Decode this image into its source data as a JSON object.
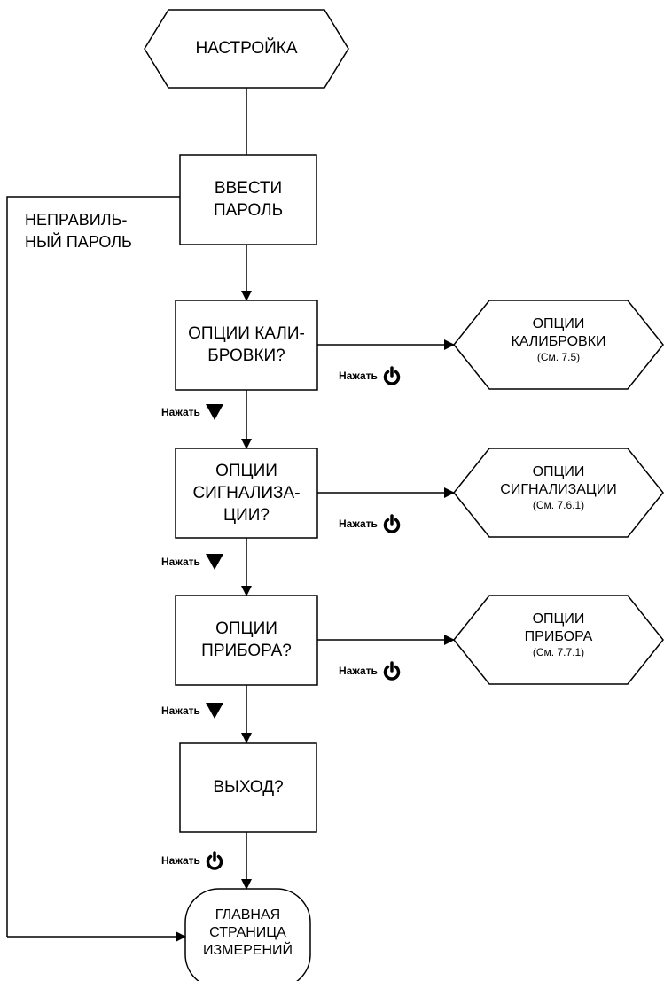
{
  "nodes": {
    "setup": "НАСТРОЙКА",
    "password": [
      "ВВЕСТИ",
      "ПАРОЛЬ"
    ],
    "calib_q": [
      "ОПЦИИ КАЛИ-",
      "БРОВКИ?"
    ],
    "alarm_q": [
      "ОПЦИИ",
      "СИГНАЛИЗА-",
      "ЦИИ?"
    ],
    "device_q": [
      "ОПЦИИ",
      "ПРИБОРА?"
    ],
    "exit_q": "ВЫХОД?",
    "main": [
      "ГЛАВНАЯ",
      "СТРАНИЦА",
      "ИЗМЕРЕНИЙ"
    ]
  },
  "submenus": {
    "calib": {
      "lines": [
        "ОПЦИИ",
        "КАЛИБРОВКИ"
      ],
      "ref": "(См. 7.5)"
    },
    "alarm": {
      "lines": [
        "ОПЦИИ",
        "СИГНАЛИЗАЦИИ"
      ],
      "ref": "(См. 7.6.1)"
    },
    "device": {
      "lines": [
        "ОПЦИИ",
        "ПРИБОРА"
      ],
      "ref": "(См. 7.7.1)"
    }
  },
  "wrong_password": [
    "НЕПРАВИЛЬ-",
    "НЫЙ ПАРОЛЬ"
  ],
  "press_label": "Нажать",
  "icons": {
    "down": "down-triangle-icon",
    "power": "power-icon"
  },
  "colors": {
    "line": "#000000",
    "background": "#ffffff"
  }
}
